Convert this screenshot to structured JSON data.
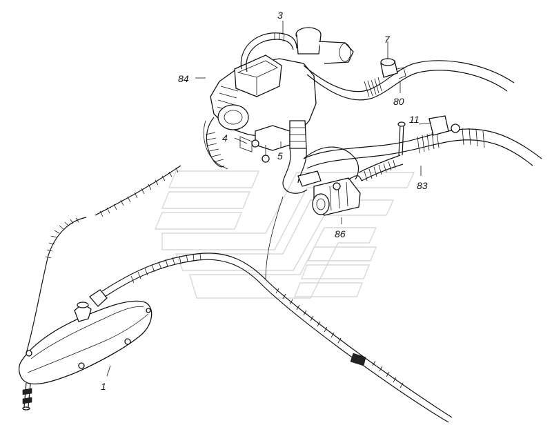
{
  "callouts": {
    "c1": "1",
    "c3": "3",
    "c4": "4",
    "c5": "5",
    "c7": "7",
    "c11": "11",
    "c80": "80",
    "c83": "83",
    "c84": "84",
    "c86": "86"
  },
  "icons": {
    "watermark": "chevron-stripes-logo"
  },
  "colors": {
    "line": "#111111",
    "watermark": "#d8d8d8",
    "background": "#ffffff"
  }
}
